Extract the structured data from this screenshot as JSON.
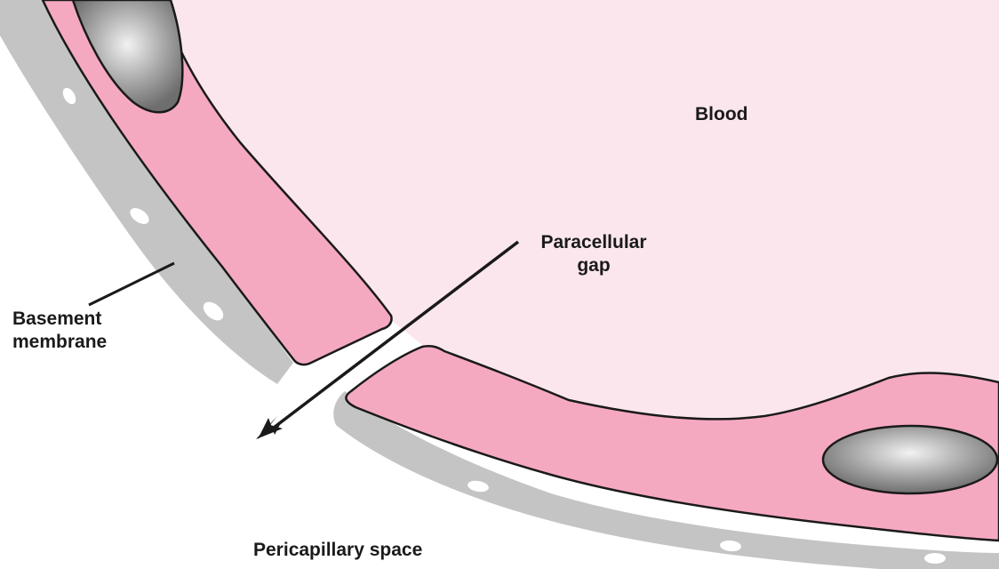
{
  "labels": {
    "blood": "Blood",
    "paracellular_gap_line1": "Paracellular",
    "paracellular_gap_line2": "gap",
    "basement_membrane_line1": "Basement",
    "basement_membrane_line2": "membrane",
    "pericapillary_space": "Pericapillary space"
  },
  "colors": {
    "blood_lumen": "#fce6ee",
    "endothelial_cell": "#f5a9c0",
    "basement_membrane": "#c4c4c4",
    "nucleus": "#8c8c8c",
    "outline": "#1a1a1a",
    "background": "#ffffff"
  }
}
